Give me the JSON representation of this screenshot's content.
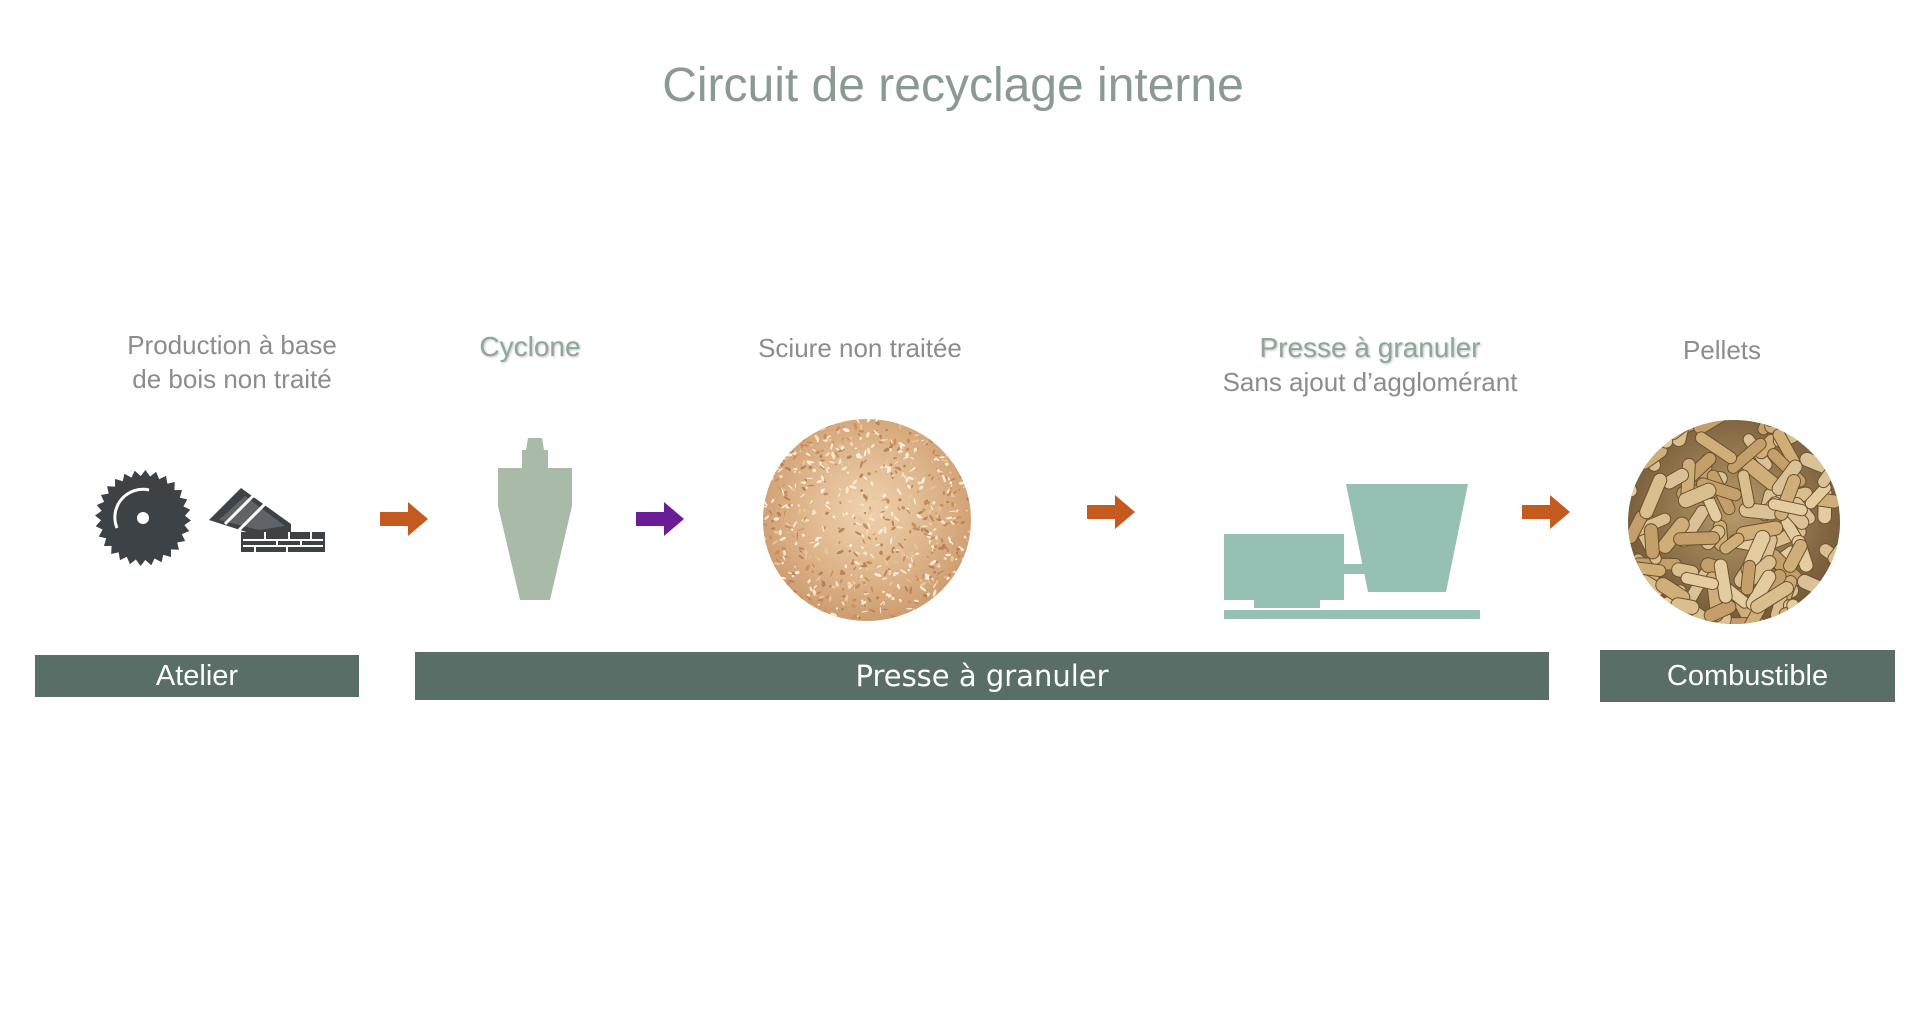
{
  "title": "Circuit de recyclage interne",
  "steps": {
    "production": {
      "line1": "Production à base",
      "line2": "de bois non traité"
    },
    "cyclone": {
      "label": "Cyclone"
    },
    "sciure": {
      "label": "Sciure non traitée"
    },
    "presse": {
      "line1": "Presse à granuler",
      "line2": "Sans ajout d’agglomérant"
    },
    "pellets": {
      "label": "Pellets"
    }
  },
  "bands": {
    "atelier": "Atelier",
    "presse": "Presse à granuler",
    "combustible": "Combustible"
  },
  "colors": {
    "band": "#596e66",
    "arrow_orange": "#c55a1f",
    "arrow_purple": "#6a1d96",
    "cyclone": "#a9bba8",
    "press": "#95c0b3",
    "saw": "#3d4247"
  },
  "icons": [
    "saw-blade-icon",
    "wood-planks-icon",
    "cyclone-icon",
    "sawdust-image",
    "pellet-press-icon",
    "pellets-image"
  ]
}
